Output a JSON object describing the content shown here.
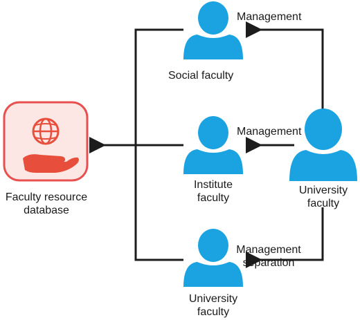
{
  "colors": {
    "person": "#1aa3e0",
    "line": "#1c1c1c",
    "db_border": "#e8504f",
    "db_fill": "#fde7e5",
    "db_icon": "#e84e3c"
  },
  "icons": {
    "database": "globe-on-hand-icon",
    "person": "person-icon"
  },
  "database": {
    "line1": "Faculty resource",
    "line2": "database"
  },
  "nodes": {
    "social": {
      "label": "Social faculty"
    },
    "institute": {
      "line1": "Institute",
      "line2": "faculty"
    },
    "university_right": {
      "line1": "University",
      "line2": "faculty"
    },
    "university_bottom": {
      "line1": "University",
      "line2": "faculty"
    }
  },
  "edges": {
    "top": {
      "label": "Management"
    },
    "middle": {
      "label": "Management"
    },
    "bottom": {
      "line1": "Management",
      "line2": "separation"
    }
  }
}
